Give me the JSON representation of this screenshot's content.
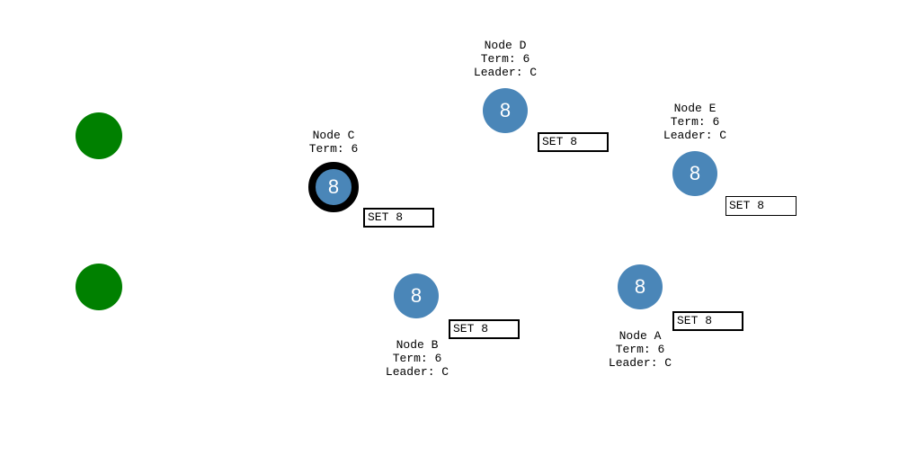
{
  "colors": {
    "node_fill": "#4a86b8",
    "leader_ring": "#000000",
    "client_fill": "#008000",
    "log_border": "#000000",
    "label_text": "#000000",
    "node_value_text": "#ffffff"
  },
  "nodes": [
    {
      "id": "A",
      "value": "8",
      "log": "SET 8",
      "is_leader": false,
      "lines": [
        "Node A",
        "Term: 6",
        "Leader: C"
      ]
    },
    {
      "id": "B",
      "value": "8",
      "log": "SET 8",
      "is_leader": false,
      "lines": [
        "Node B",
        "Term: 6",
        "Leader: C"
      ]
    },
    {
      "id": "C",
      "value": "8",
      "log": "SET 8",
      "is_leader": true,
      "lines": [
        "Node C",
        "Term: 6"
      ]
    },
    {
      "id": "D",
      "value": "8",
      "log": "SET 8",
      "is_leader": false,
      "lines": [
        "Node D",
        "Term: 6",
        "Leader: C"
      ]
    },
    {
      "id": "E",
      "value": "8",
      "log": "SET 8",
      "is_leader": false,
      "lines": [
        "Node E",
        "Term: 6",
        "Leader: C"
      ]
    }
  ],
  "clients": [
    {
      "id": "client-1"
    },
    {
      "id": "client-2"
    }
  ]
}
